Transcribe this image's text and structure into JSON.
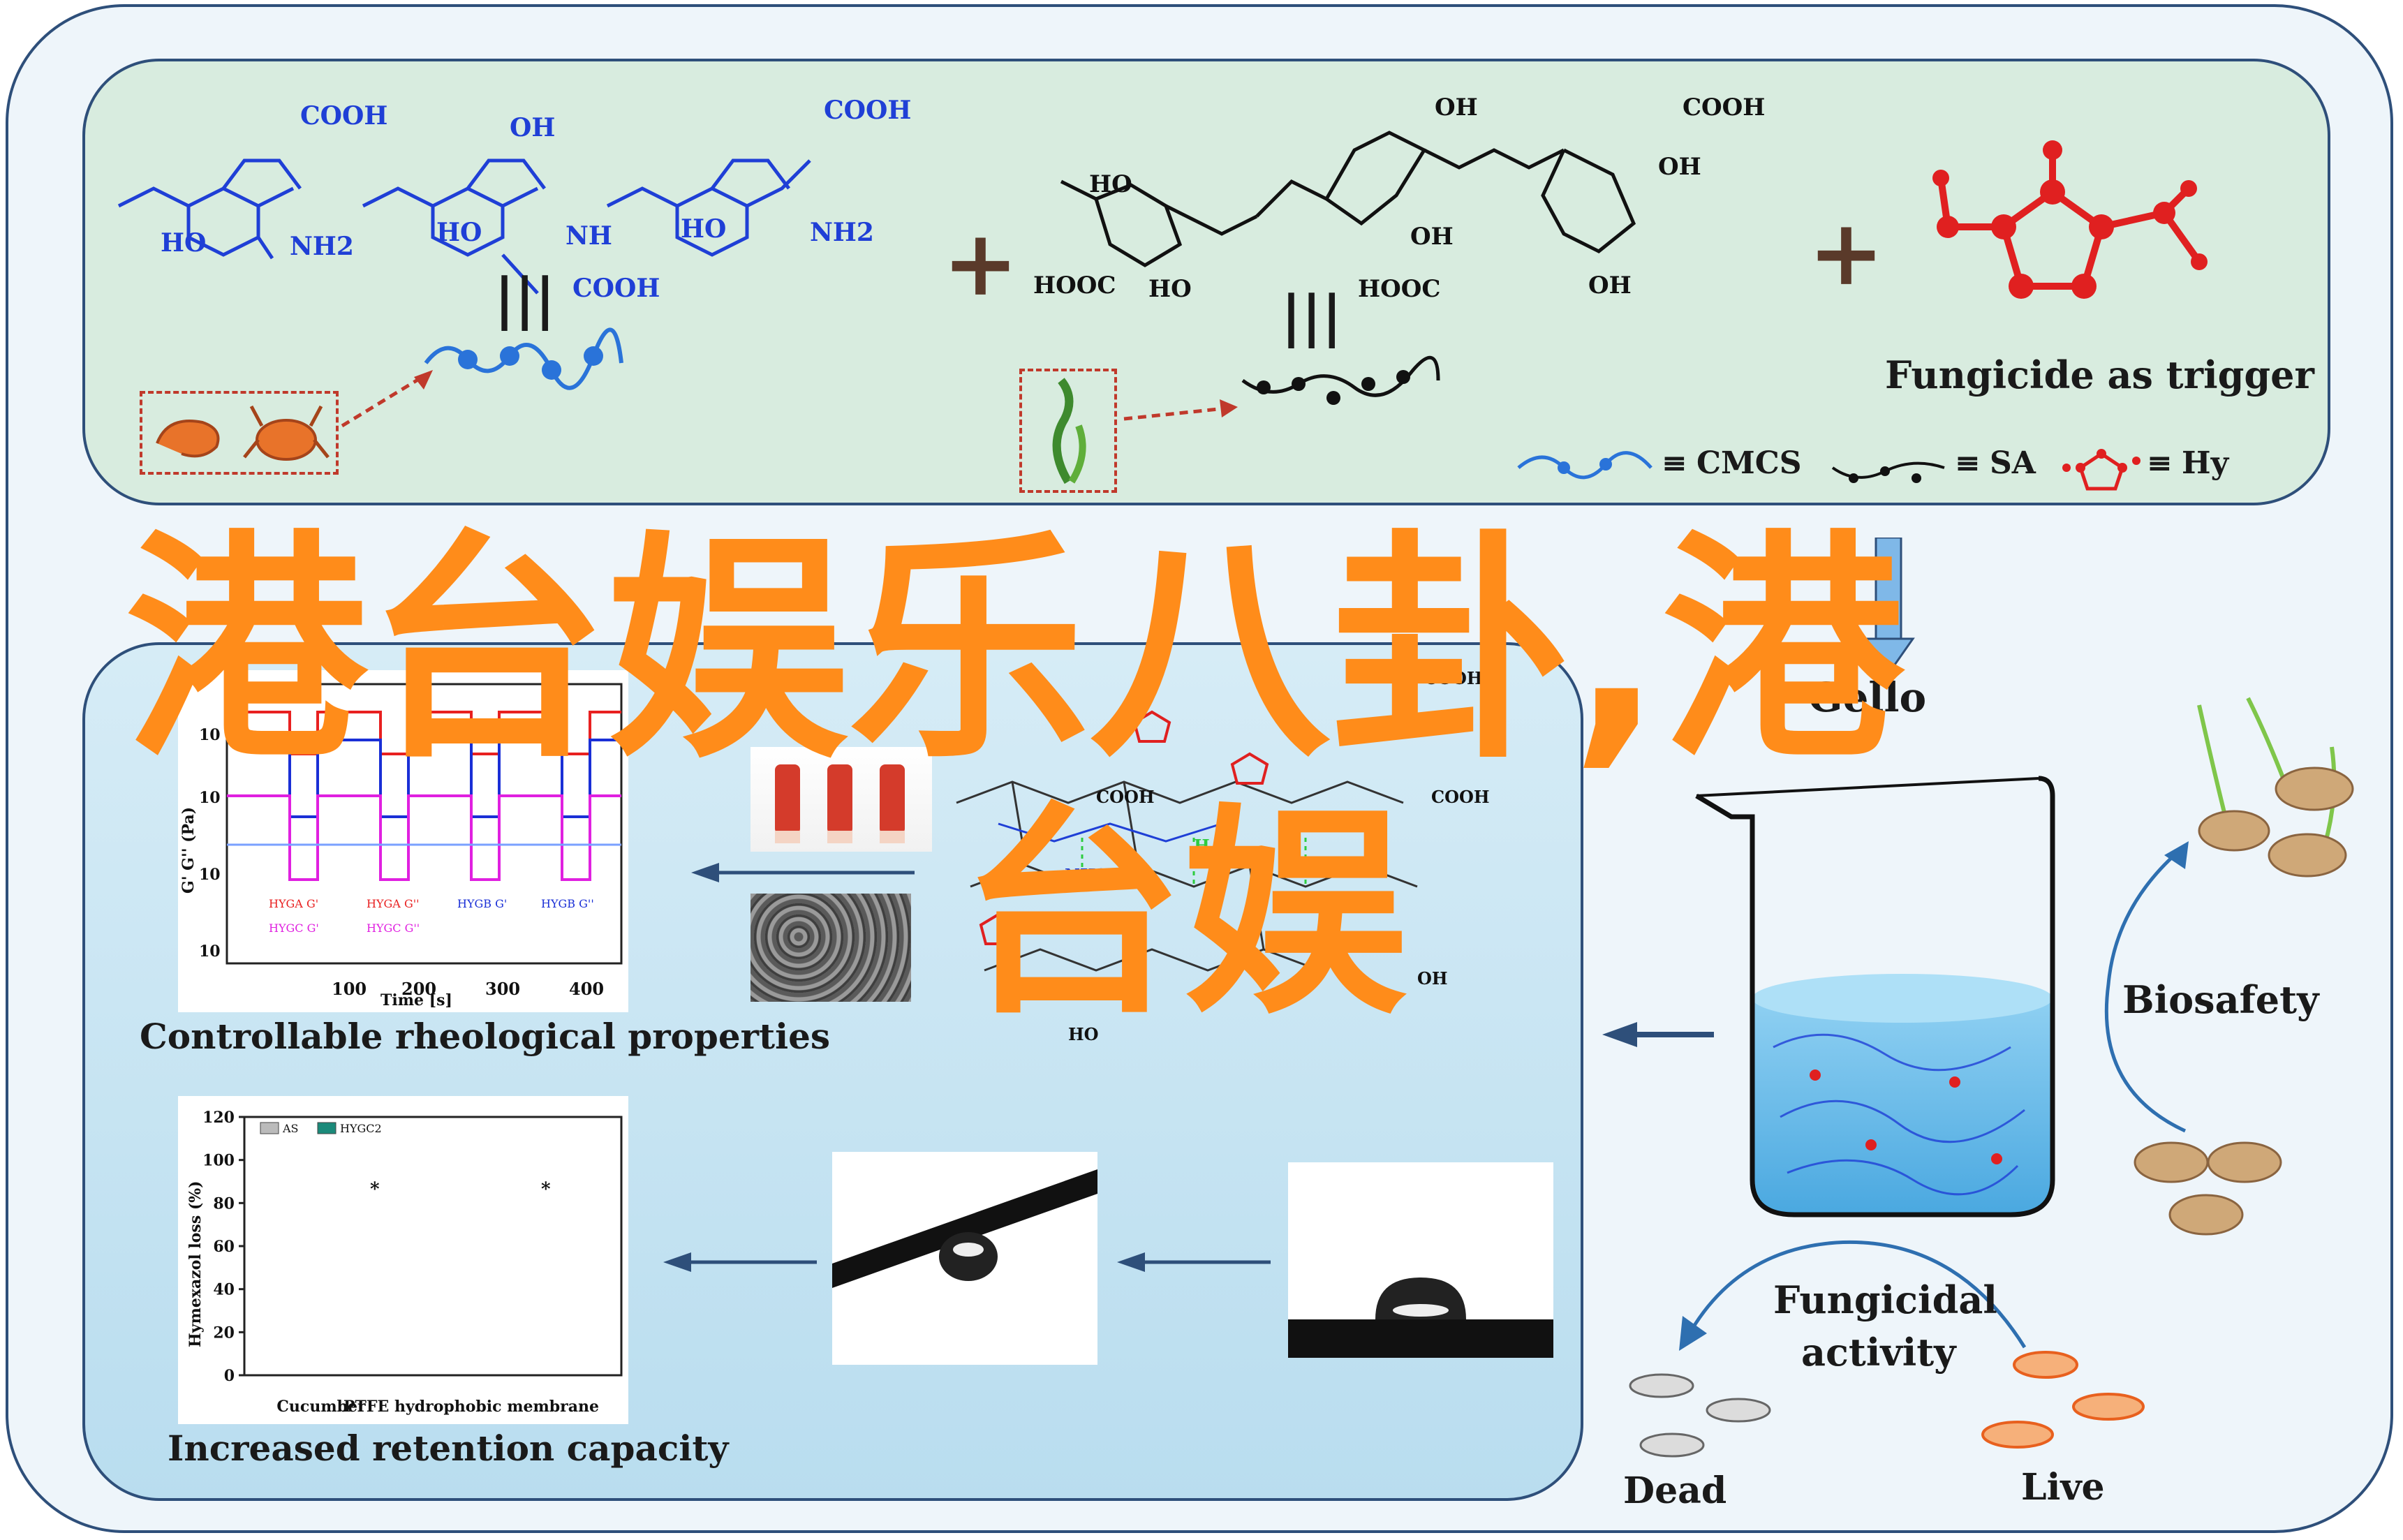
{
  "top_panel": {
    "chitosan_labels": {
      "cooh_1": "COOH",
      "cooh_2": "COOH",
      "cooh_3": "COOH",
      "oh": "OH",
      "nh2_1": "NH2",
      "nh2_2": "NH2",
      "nh": "NH",
      "ho_1": "HO",
      "ho_2": "HO",
      "ho_3": "HO"
    },
    "alginate_labels": {
      "ho_top": "HO",
      "oh_top": "OH",
      "cooh_top": "COOH",
      "hooc_1": "HOOC",
      "ho_low": "HO",
      "oh_mid": "OH",
      "hooc_2": "HOOC",
      "oh_low": "OH",
      "oh_right": "OH"
    },
    "plus_1": "+",
    "plus_2": "+",
    "equiv_1": "|||",
    "equiv_2": "|||",
    "trigger_label": "Fungicide as trigger",
    "legend": [
      {
        "symbol": "≡",
        "name": "CMCS"
      },
      {
        "symbol": "≡",
        "name": "SA"
      },
      {
        "symbol": "≡",
        "name": "Hy"
      }
    ]
  },
  "left_panel": {
    "rheology": {
      "ylabel": "G' G'' (Pa)",
      "xlabel": "Time [s]",
      "xticks": [
        "100",
        "200",
        "300",
        "400"
      ],
      "yticks": [
        "10",
        "10",
        "10",
        "10",
        "10"
      ],
      "legend": [
        "HYGA G'",
        "HYGA G''",
        "HYGB G'",
        "HYGB G''",
        "HYGC G'",
        "HYGC G''"
      ],
      "caption": "Controllable rheological properties"
    },
    "retention": {
      "ylabel": "Hymexazol loss (%)",
      "yticks": [
        "0",
        "20",
        "40",
        "60",
        "80",
        "100",
        "120"
      ],
      "categories": [
        "Cucumber",
        "PTFE hydrophobic membrane"
      ],
      "legend": [
        "AS",
        "HYGC2"
      ],
      "star_1": "*",
      "star_2": "*",
      "caption": "Increased retention capacity"
    },
    "network_labels": {
      "cooh_a": "COOH",
      "cooh_b": "COOH",
      "cooh_c": "COOH",
      "nh2": "NH2",
      "oh_a": "OH",
      "ho_a": "HO",
      "h_a": "H",
      "h_b": "H"
    }
  },
  "right_side": {
    "gel_label": "Gel",
    "gel_label_tail": "lo",
    "biosafety": "Biosafety",
    "fungicidal_1": "Fungicidal",
    "fungicidal_2": "activity",
    "dead": "Dead",
    "live": "Live"
  },
  "banner": {
    "line1": "港台娱乐八卦,港",
    "line2": "台娱"
  },
  "colors": {
    "panel_green": "#d8ecdf",
    "panel_blue": "#c9e5f2",
    "outer_bg": "#eef5fa",
    "chem_blue": "#1f3fd6",
    "banner_orange": "#ff8c1a",
    "hy_red": "#e02020"
  }
}
